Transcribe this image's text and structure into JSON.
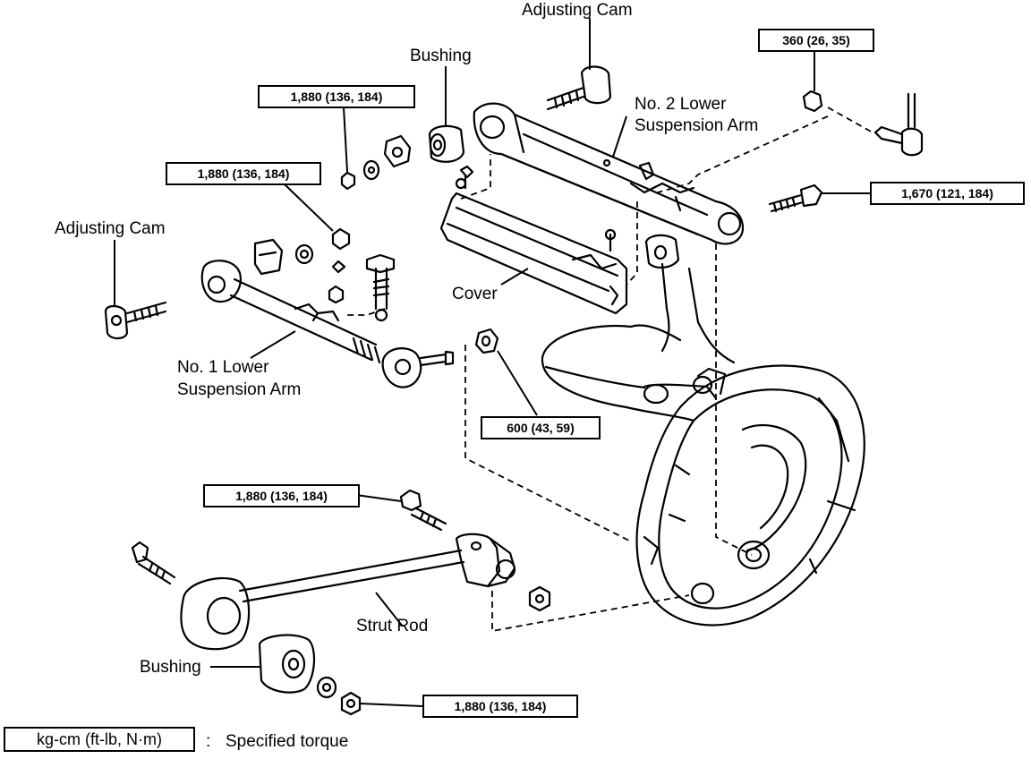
{
  "labels": {
    "adjusting_cam_top": "Adjusting Cam",
    "bushing_top": "Bushing",
    "no2_arm_line1": "No. 2 Lower",
    "no2_arm_line2": "Suspension Arm",
    "adjusting_cam_left": "Adjusting Cam",
    "cover": "Cover",
    "no1_arm_line1": "No. 1 Lower",
    "no1_arm_line2": "Suspension Arm",
    "strut_rod": "Strut Rod",
    "bushing_bottom": "Bushing"
  },
  "torque_specs": {
    "t_no2_pin_nut": "360 (26, 35)",
    "t_bushing_nut_upper": "1,880 (136, 184)",
    "t_no1_inner_nut": "1,880 (136, 184)",
    "t_no2_outer_bolt": "1,670 (121, 184)",
    "t_no1_outer_nut": "600 (43, 59)",
    "t_strut_bolt": "1,880 (136, 184)",
    "t_strut_front_nut": "1,880 (136, 184)"
  },
  "legend": {
    "unit": "kg-cm (ft-lb, N·m)",
    "separator": ":",
    "meaning": "Specified torque"
  }
}
